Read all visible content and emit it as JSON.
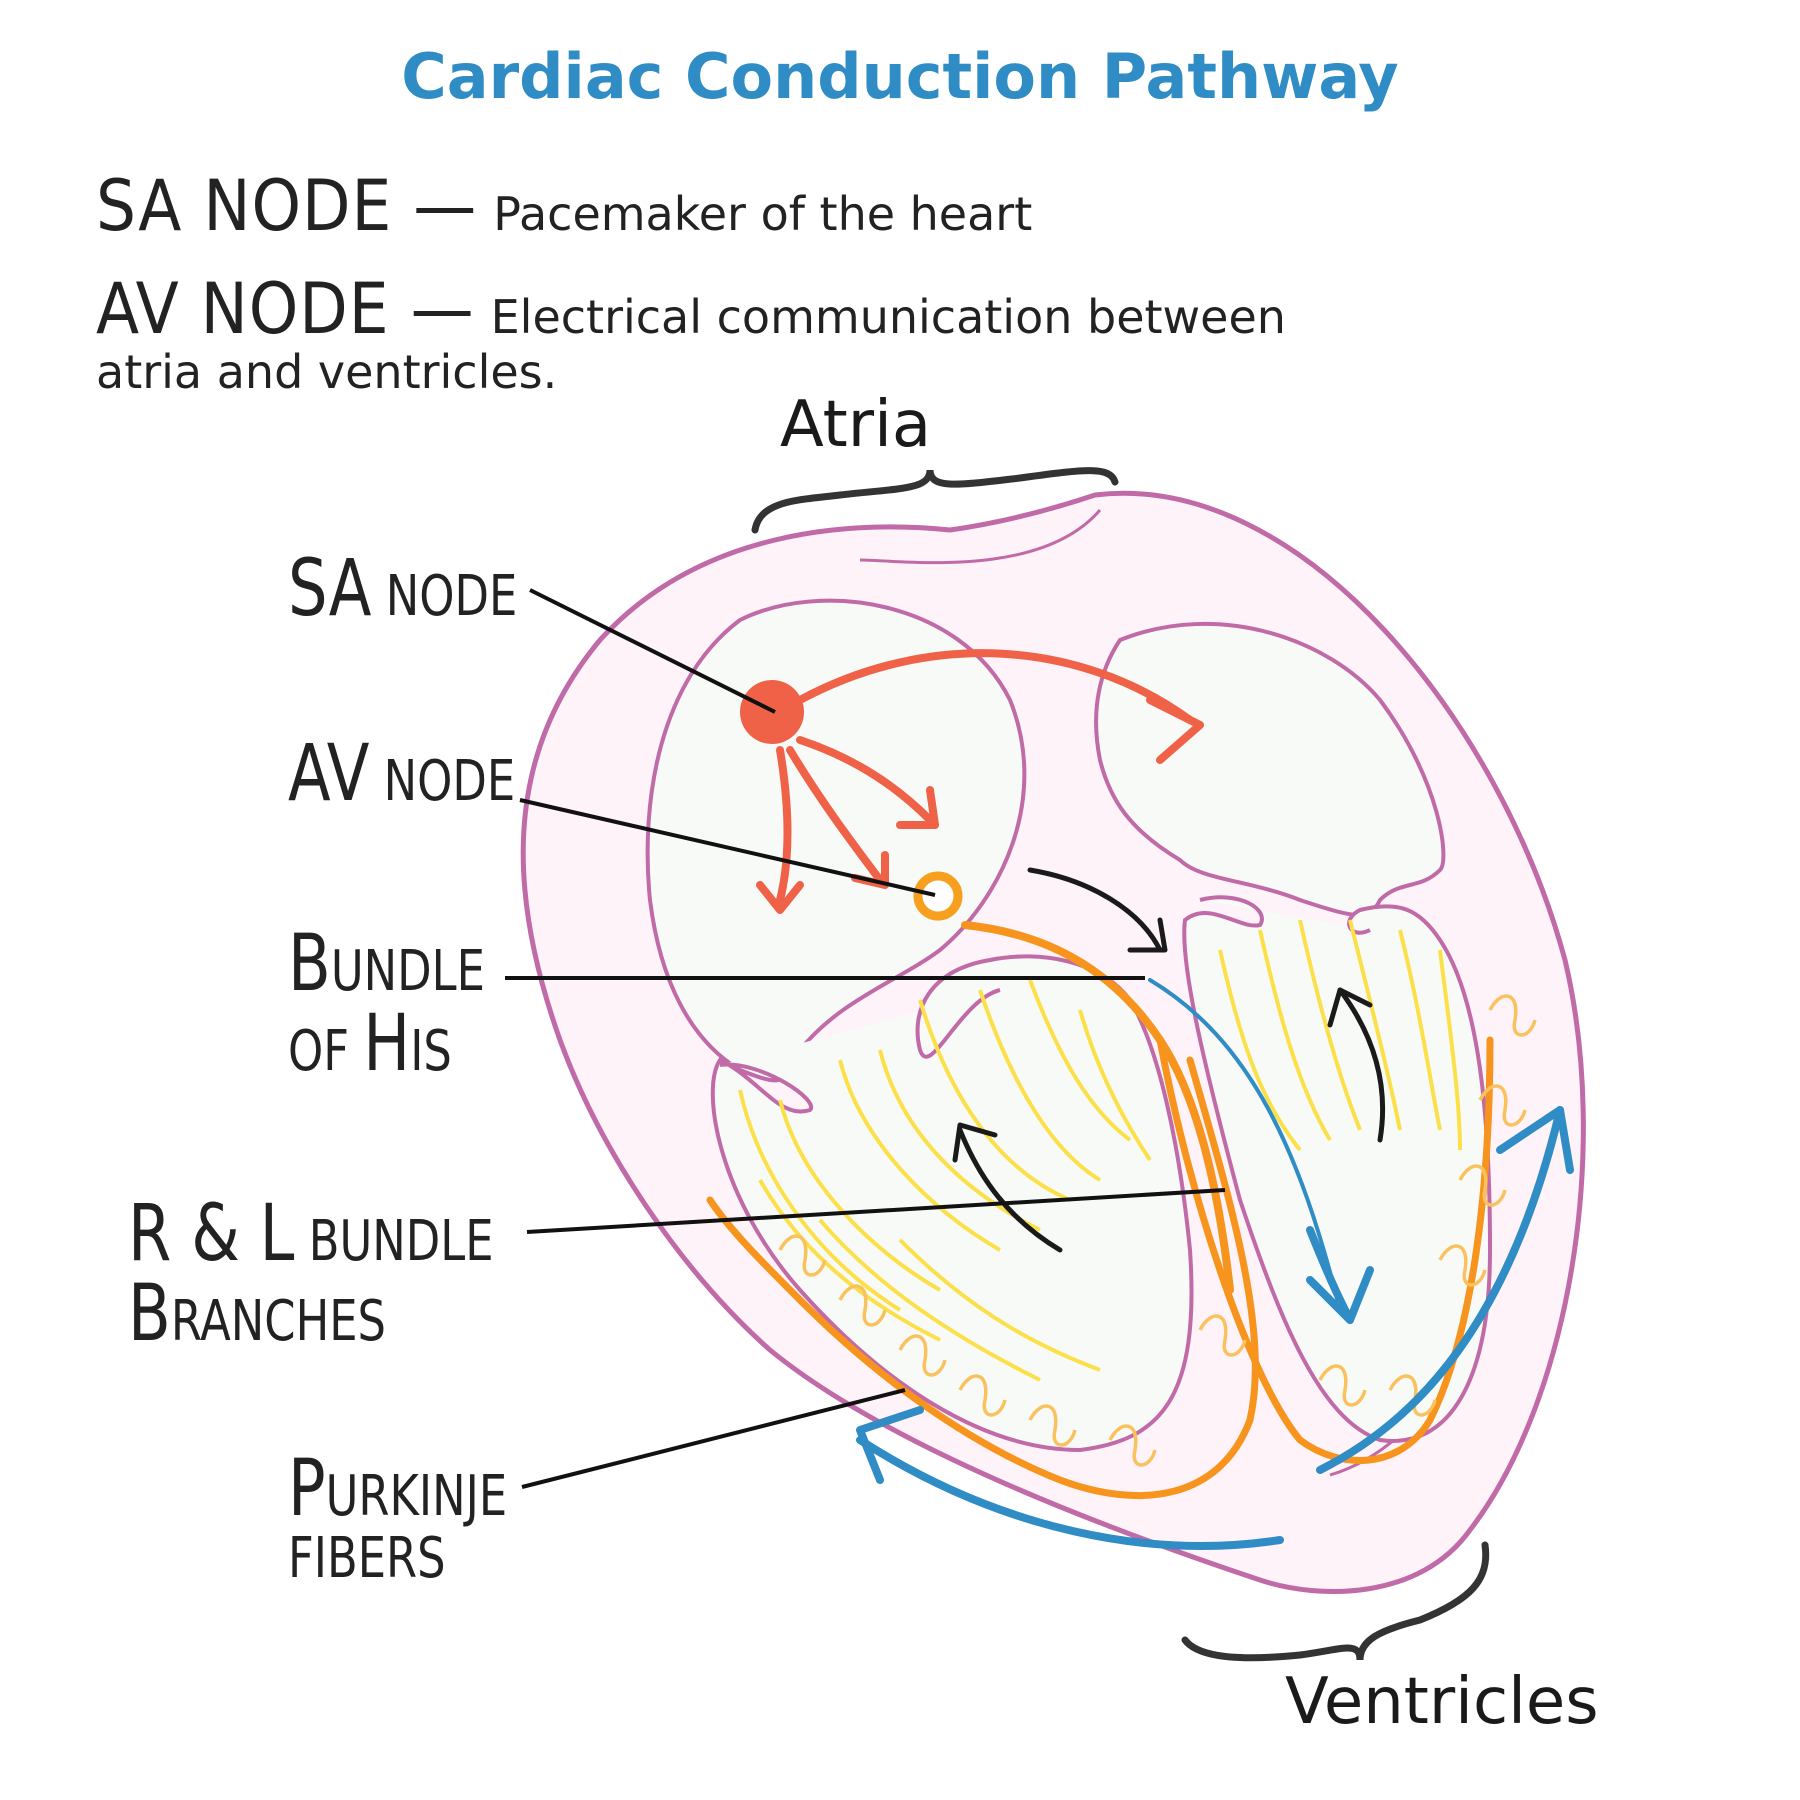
{
  "title": "Cardiac Conduction Pathway",
  "definitions": [
    {
      "term": "SA NODE —",
      "text": "Pacemaker of the heart"
    },
    {
      "term": "AV NODE —",
      "text": "Electrical communication between",
      "continuation": "atria and ventricles."
    }
  ],
  "regions": {
    "atria": "Atria",
    "ventricles": "Ventricles"
  },
  "labels": {
    "sa_node": {
      "big": "SA",
      "rest": " NODE"
    },
    "av_node": {
      "big": "AV",
      "rest": " NODE"
    },
    "bundle_his": {
      "line1_big": "B",
      "line1_rest": "UNDLE",
      "line2_rest": "OF ",
      "line2_big": "H",
      "line2_tail": "IS"
    },
    "bundle_branches": {
      "line1_big": "R & L",
      "line1_rest": " BUNDLE",
      "line2_big": "B",
      "line2_rest": "RANCHES"
    },
    "purkinje": {
      "line1_big": "P",
      "line1_rest": "URKINJE",
      "line2_rest": "FIBERS"
    }
  },
  "colors": {
    "title": "#2f8cc4",
    "heart_outline": "#c06aa8",
    "heart_fill": "#fdf3f8",
    "chamber_fill": "#f8faf8",
    "sa_node": "#ef6248",
    "av_node": "#f7a020",
    "conduction_orange": "#f7941d",
    "fibers_yellow": "#fce049",
    "purkinje_light": "#f9c25e",
    "flow_blue": "#2f8cc4",
    "arrow_black": "#1a1a1a"
  }
}
